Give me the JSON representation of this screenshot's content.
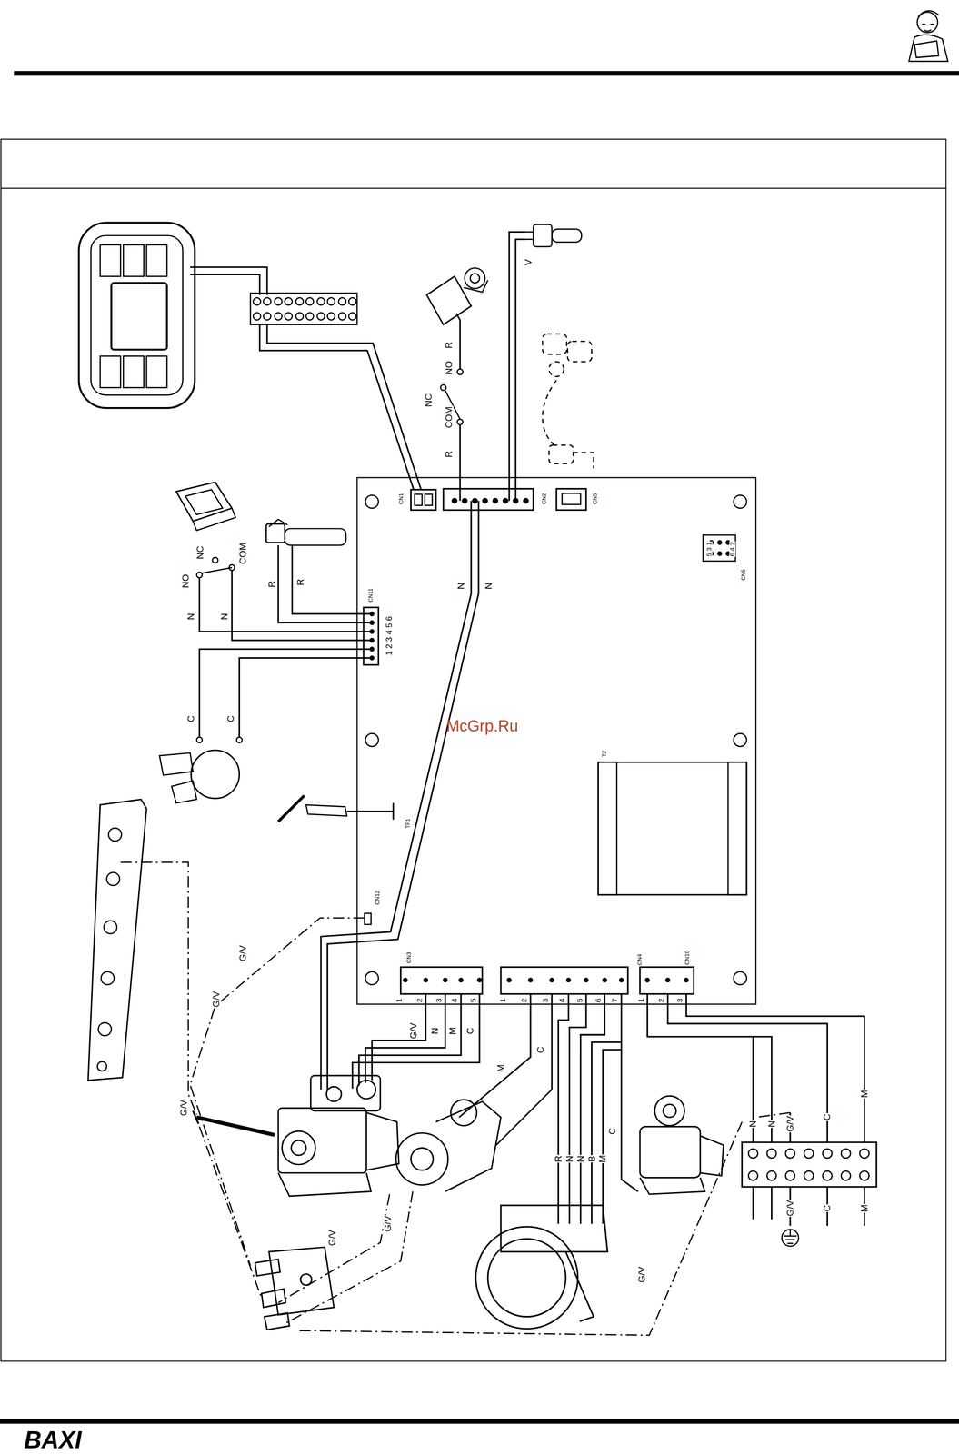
{
  "diagram": {
    "labels": [
      "V",
      "R",
      "NO",
      "NC",
      "COM",
      "R",
      "CN1",
      "CN2",
      "CN5",
      "5 3 1",
      "6 4 2",
      "CN6",
      "NO",
      "NC",
      "COM",
      "R",
      "R",
      "N",
      "N",
      "CN11",
      "1 2 3 4 5 6",
      "N",
      "N",
      "C",
      "C",
      "McGrp.Ru",
      "T2",
      "TF1",
      "CN12",
      "G/V",
      "CN3",
      "CN4",
      "CN10",
      "1",
      "2",
      "3",
      "4",
      "5",
      "1",
      "2",
      "3",
      "4",
      "5",
      "6",
      "7",
      "1",
      "2",
      "3",
      "G/V",
      "G/V",
      "N",
      "M",
      "C",
      "C",
      "M",
      "G/V",
      "C",
      "R",
      "N",
      "N",
      "B",
      "M",
      "N",
      "N",
      "G/V",
      "C",
      "M",
      "G/V",
      "C",
      "M",
      "G/V",
      "G/V",
      "G/V",
      "BAXI"
    ]
  }
}
